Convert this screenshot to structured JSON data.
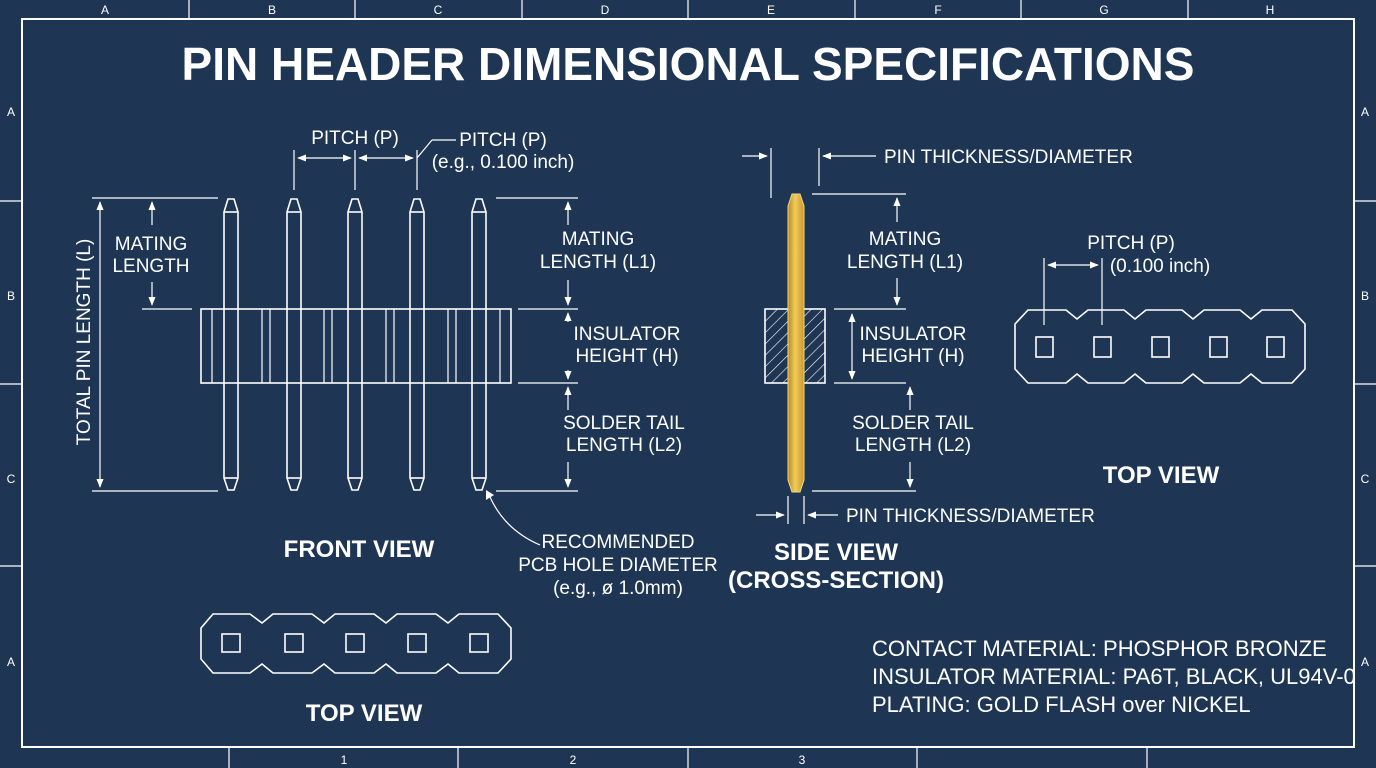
{
  "title": "PIN HEADER DIMENSIONAL SPECIFICATIONS",
  "zones": {
    "top": [
      "A",
      "B",
      "C",
      "D",
      "E",
      "F",
      "G",
      "H"
    ],
    "side": [
      "A",
      "B",
      "C",
      "A"
    ],
    "bottom": [
      "1",
      "2",
      "3"
    ]
  },
  "front": {
    "pitch_label": "PITCH (P)",
    "pitch_example_1": "PITCH (P)",
    "pitch_example_2": "(e.g., 0.100 inch)",
    "mating_left_1": "MATING",
    "mating_left_2": "LENGTH",
    "total_length": "TOTAL PIN LENGTH (L)",
    "mating_right_1": "MATING",
    "mating_right_2": "LENGTH (L1)",
    "insulator_1": "INSULATOR",
    "insulator_2": "HEIGHT (H)",
    "solder_1": "SOLDER TAIL",
    "solder_2": "LENGTH (L2)",
    "hole_1": "RECOMMENDED",
    "hole_2": "PCB HOLE DIAMETER",
    "hole_3": "(e.g., ø 1.0mm)",
    "view_label": "FRONT VIEW"
  },
  "side": {
    "thickness_top": "PIN THICKNESS/DIAMETER",
    "mating_1": "MATING",
    "mating_2": "LENGTH (L1)",
    "insulator_1": "INSULATOR",
    "insulator_2": "HEIGHT (H)",
    "solder_1": "SOLDER TAIL",
    "solder_2": "LENGTH (L2)",
    "thickness_bottom": "PIN THICKNESS/DIAMETER",
    "view_label_1": "SIDE VIEW",
    "view_label_2": "(CROSS-SECTION)"
  },
  "top_right": {
    "pitch_1": "PITCH (P)",
    "pitch_2": "(0.100 inch)",
    "view_label": "TOP VIEW"
  },
  "top_left": {
    "view_label": "TOP VIEW"
  },
  "specs": {
    "line1": "CONTACT MATERIAL: PHOSPHOR BRONZE",
    "line2": "INSULATOR MATERIAL: PA6T, BLACK, UL94V-0",
    "line3": "PLATING:  GOLD FLASH over NICKEL"
  },
  "colors": {
    "background": "#1e3654",
    "linework": "#ffffff",
    "gold_pin": "#e0b13e"
  }
}
